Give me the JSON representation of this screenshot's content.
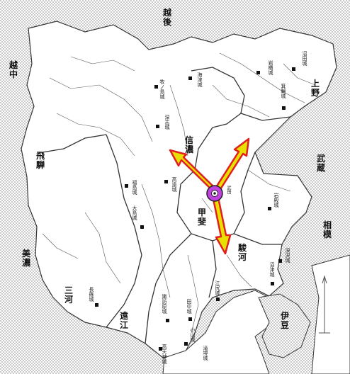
{
  "provinces": [
    {
      "name": "越後",
      "id": "echigo"
    },
    {
      "name": "越中",
      "id": "etchu"
    },
    {
      "name": "飛騨",
      "id": "hida"
    },
    {
      "name": "美濃",
      "id": "mino"
    },
    {
      "name": "三河",
      "id": "mikawa"
    },
    {
      "name": "遠江",
      "id": "totomi"
    },
    {
      "name": "上野",
      "id": "kozuke"
    },
    {
      "name": "武蔵",
      "id": "musashi"
    },
    {
      "name": "相模",
      "id": "sagami"
    },
    {
      "name": "伊豆",
      "id": "izu"
    },
    {
      "name": "信濃",
      "id": "shinano"
    },
    {
      "name": "甲斐",
      "id": "kai"
    },
    {
      "name": "駿河",
      "id": "suruga"
    }
  ],
  "castles": [
    {
      "name": "沼田城",
      "id": "numata"
    },
    {
      "name": "岩櫃城",
      "id": "iwabitsu"
    },
    {
      "name": "箕輪城",
      "id": "minowa"
    },
    {
      "name": "海津城",
      "id": "kaizu"
    },
    {
      "name": "牧ノ島城",
      "id": "makinoshima"
    },
    {
      "name": "深志城",
      "id": "fukashi"
    },
    {
      "name": "高遠城",
      "id": "takato"
    },
    {
      "name": "福島城",
      "id": "fukushima"
    },
    {
      "name": "大島城",
      "id": "oshima"
    },
    {
      "name": "武田",
      "id": "takeda"
    },
    {
      "name": "岩殿城",
      "id": "iwadono"
    },
    {
      "name": "深沢城",
      "id": "fukasawa"
    },
    {
      "name": "沼津城",
      "id": "numazu"
    },
    {
      "name": "江尻城",
      "id": "ejiri"
    },
    {
      "name": "田中城",
      "id": "tanaka"
    },
    {
      "name": "諏訪原城",
      "id": "suwahara"
    },
    {
      "name": "長篠城",
      "id": "nagashino"
    },
    {
      "name": "小山城",
      "id": "koyama"
    },
    {
      "name": "高天神城",
      "id": "takatenjin"
    },
    {
      "name": "滝堺城",
      "id": "takizakai"
    }
  ],
  "colors": {
    "arrow_fill": "#e8e000",
    "arrow_edge": "#e02020",
    "hq_fill": "#c040e0",
    "hatch": "#9a9a9a",
    "boundary": "#333333"
  },
  "hq_icon": "takeda-hq-icon"
}
